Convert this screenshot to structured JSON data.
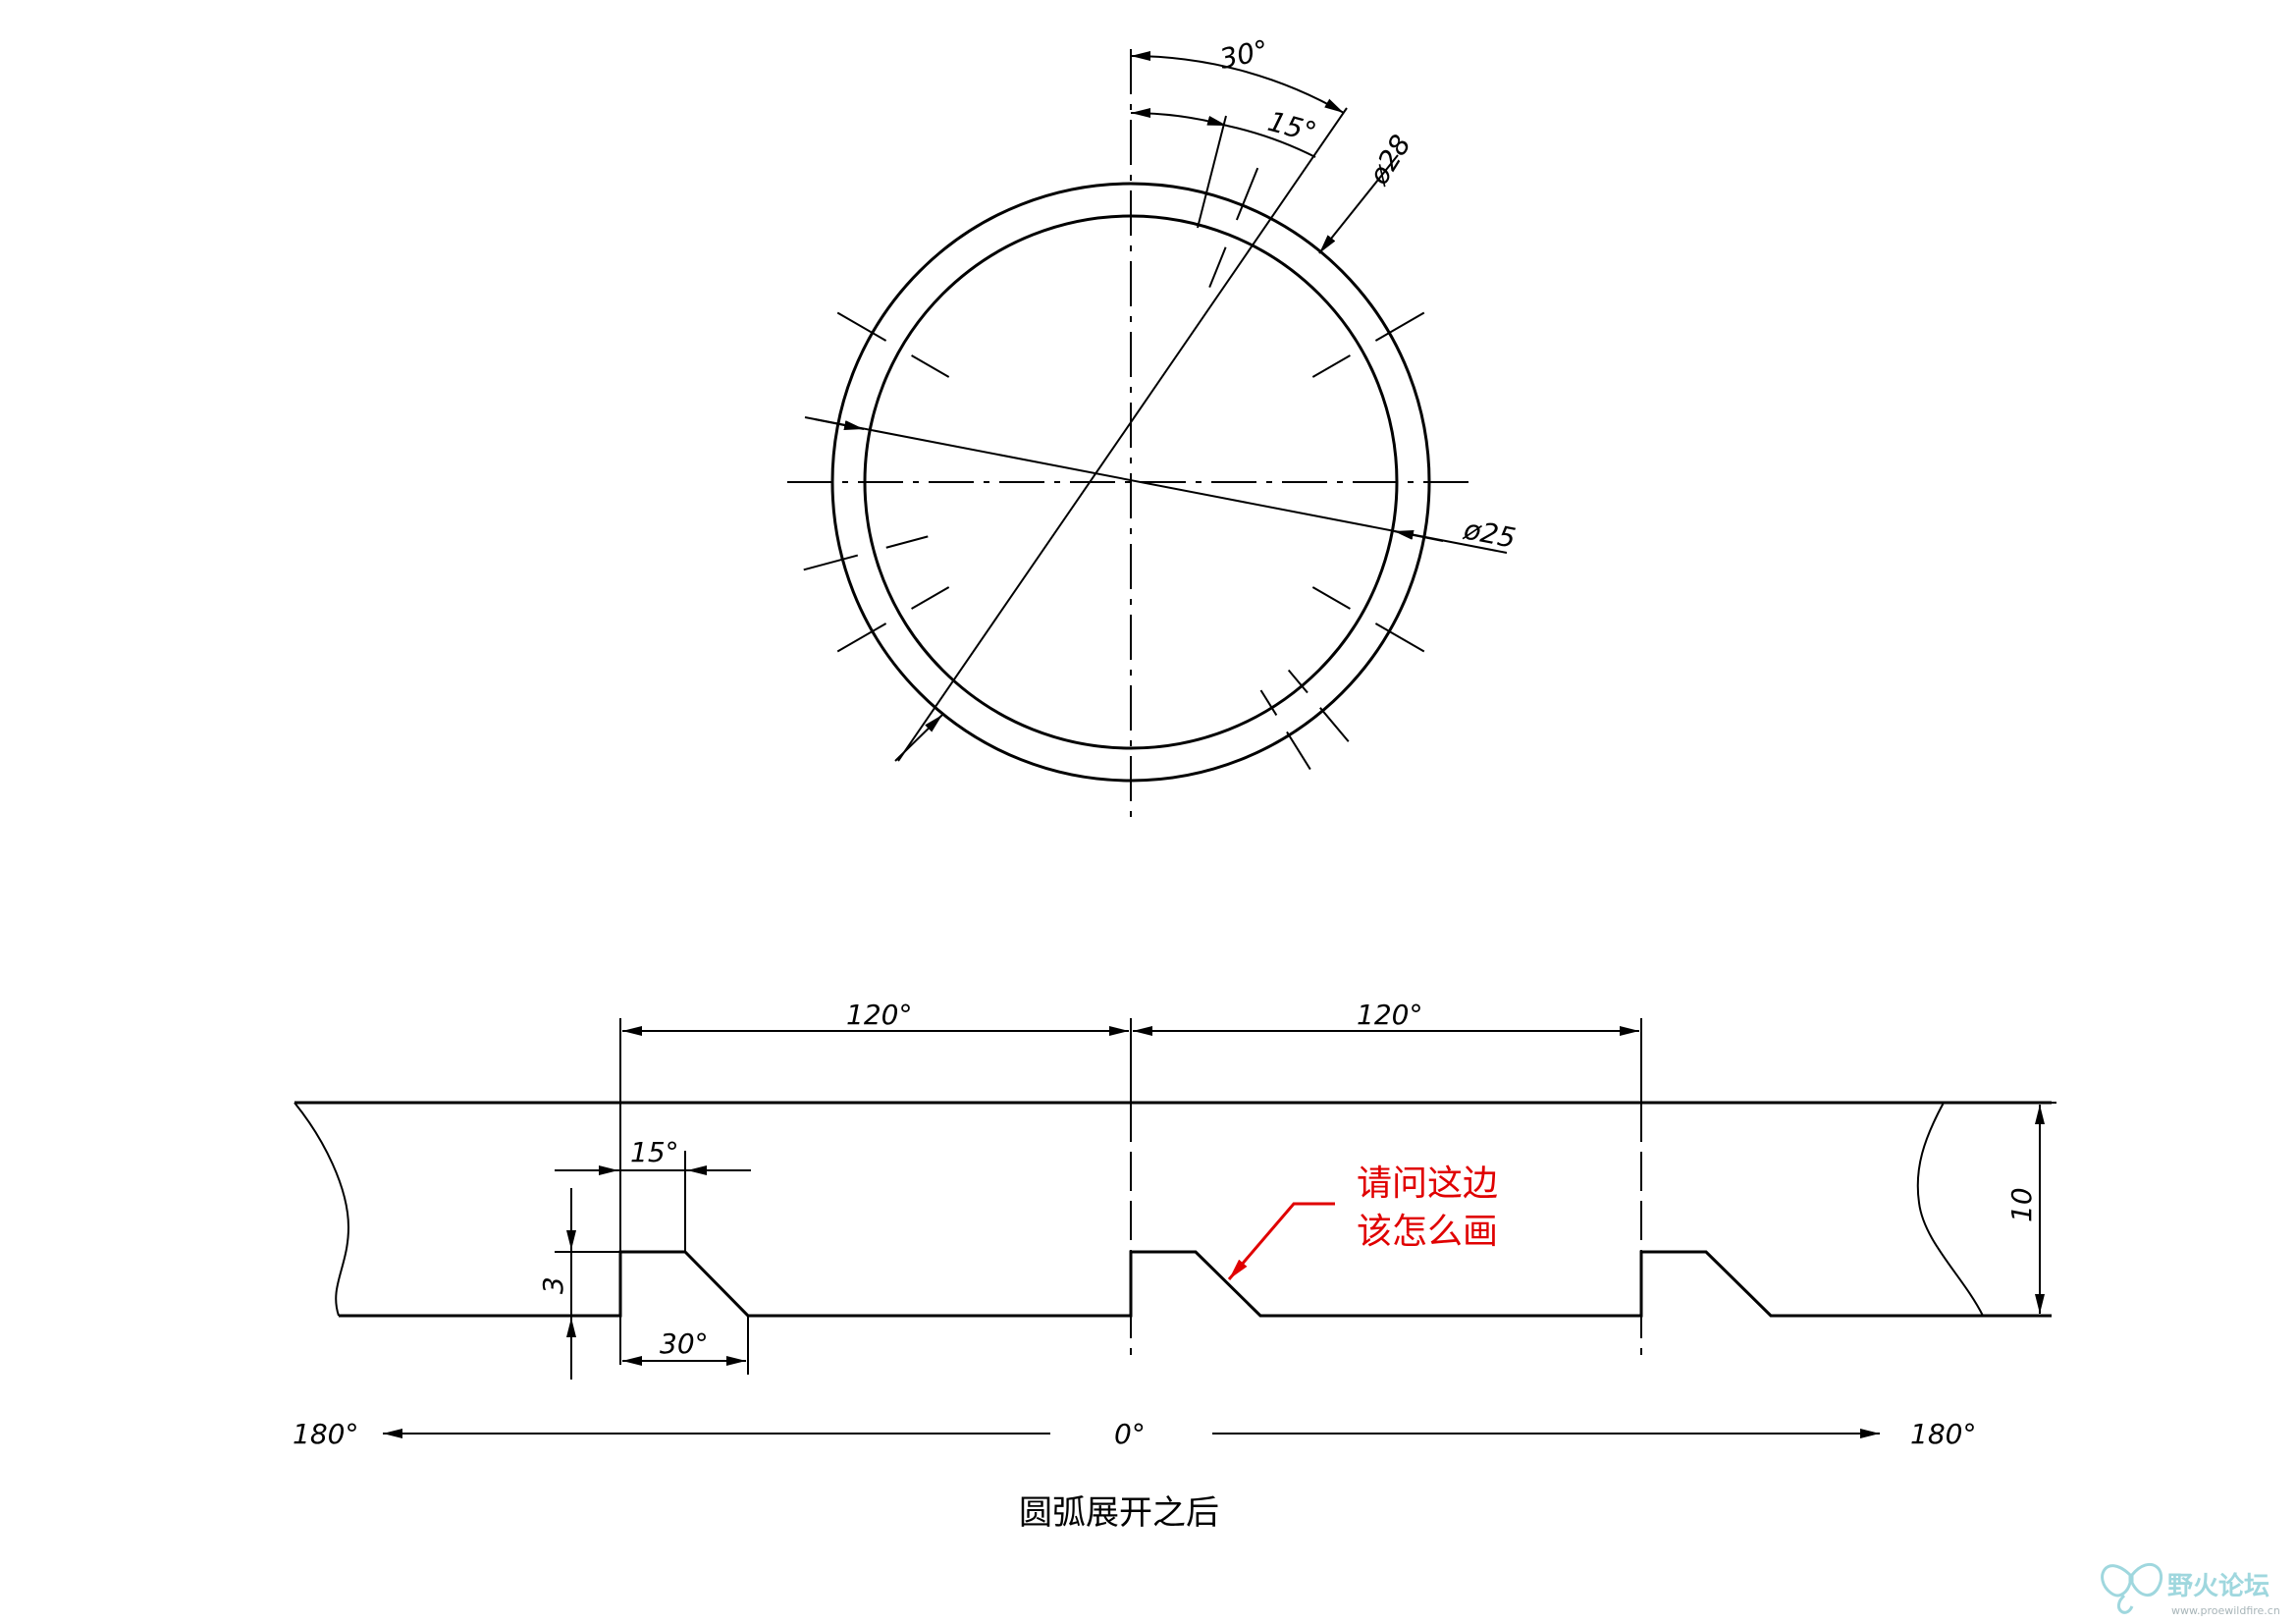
{
  "colors": {
    "line": "#000000",
    "note": "#e00000",
    "watermark": "#8fd1d9"
  },
  "circle_view": {
    "dim_30deg": "30°",
    "dim_15deg": "15°",
    "dim_phi28": "ø28",
    "dim_phi25": "ø25"
  },
  "development_view": {
    "dim_120_left": "120°",
    "dim_120_right": "120°",
    "dim_15deg": "15°",
    "dim_30deg": "30°",
    "dim_3": "3",
    "dim_10": "10",
    "label_180_left": "180°",
    "label_0": "0°",
    "label_180_right": "180°"
  },
  "note": {
    "line1": "请问这边",
    "line2": "该怎么画"
  },
  "caption": "圆弧展开之后",
  "watermark": {
    "name": "野火论坛",
    "url": "www.proewildfire.cn",
    "icon": "butterfly-logo-icon"
  }
}
